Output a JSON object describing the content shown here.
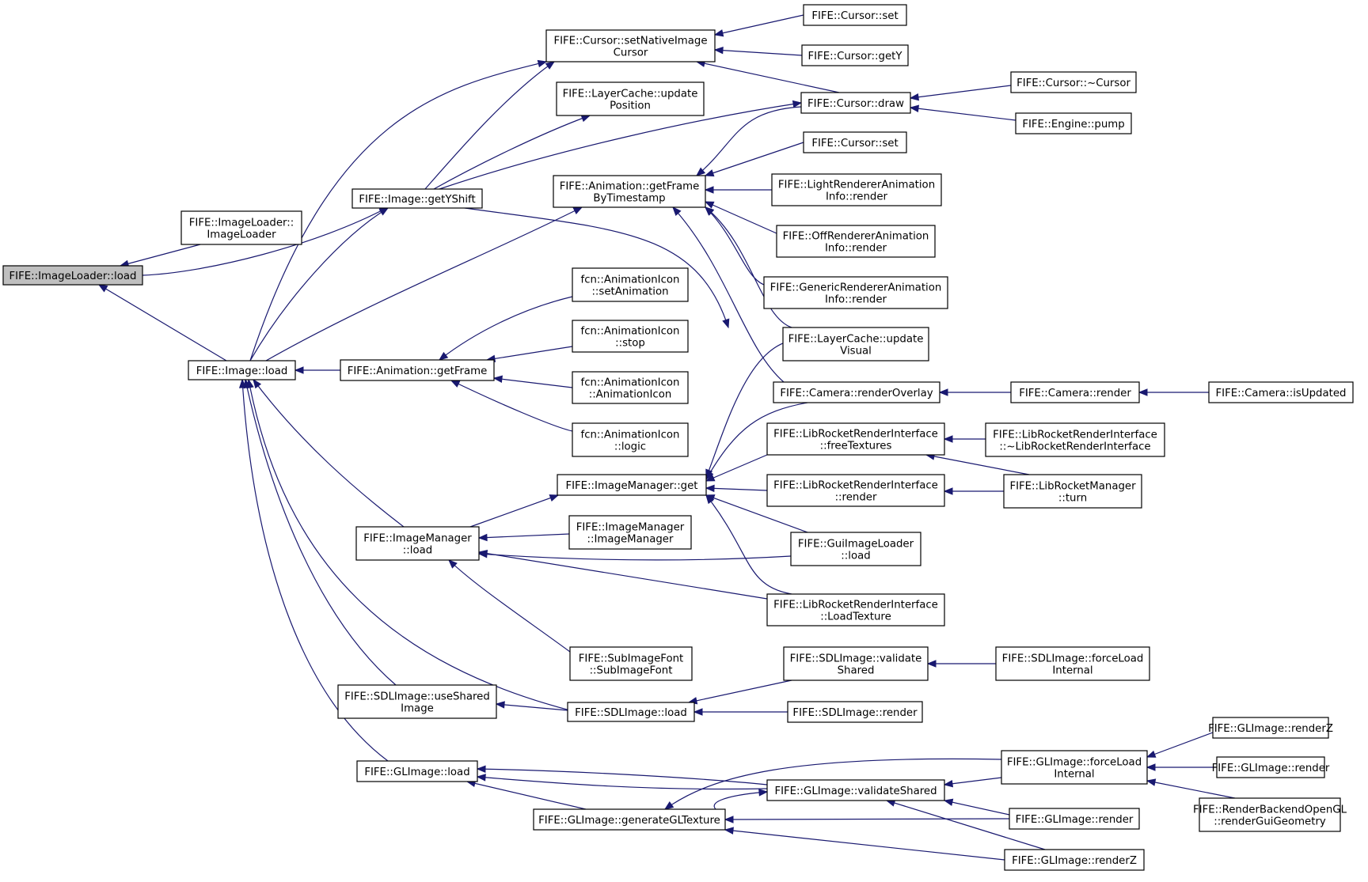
{
  "graph": {
    "nodes": [
      {
        "id": "n0",
        "lines": [
          "FIFE::ImageLoader::load"
        ],
        "highlight": true
      },
      {
        "id": "n1",
        "lines": [
          "FIFE::ImageLoader::",
          "ImageLoader"
        ]
      },
      {
        "id": "n2",
        "lines": [
          "FIFE::Image::getYShift"
        ]
      },
      {
        "id": "n3",
        "lines": [
          "FIFE::Image::load"
        ]
      },
      {
        "id": "n4",
        "lines": [
          "FIFE::Cursor::setNativeImage",
          "Cursor"
        ]
      },
      {
        "id": "n5",
        "lines": [
          "FIFE::LayerCache::update",
          "Position"
        ]
      },
      {
        "id": "n6",
        "lines": [
          "FIFE::Cursor::set"
        ]
      },
      {
        "id": "n7",
        "lines": [
          "FIFE::Cursor::getY"
        ]
      },
      {
        "id": "n8",
        "lines": [
          "FIFE::Cursor::draw"
        ]
      },
      {
        "id": "n9",
        "lines": [
          "FIFE::Cursor::~Cursor"
        ]
      },
      {
        "id": "n10",
        "lines": [
          "FIFE::Engine::pump"
        ]
      },
      {
        "id": "n11",
        "lines": [
          "FIFE::Cursor::set"
        ]
      },
      {
        "id": "n12",
        "lines": [
          "FIFE::Animation::getFrame",
          "ByTimestamp"
        ]
      },
      {
        "id": "n13",
        "lines": [
          "FIFE::LightRendererAnimation",
          "Info::render"
        ]
      },
      {
        "id": "n14",
        "lines": [
          "FIFE::OffRendererAnimation",
          "Info::render"
        ]
      },
      {
        "id": "n15",
        "lines": [
          "FIFE::GenericRendererAnimation",
          "Info::render"
        ]
      },
      {
        "id": "n16",
        "lines": [
          "FIFE::LayerCache::update",
          "Visual"
        ]
      },
      {
        "id": "n17",
        "lines": [
          "FIFE::Animation::getFrame"
        ]
      },
      {
        "id": "n18",
        "lines": [
          "fcn::AnimationIcon",
          "::setAnimation"
        ]
      },
      {
        "id": "n19",
        "lines": [
          "fcn::AnimationIcon",
          "::stop"
        ]
      },
      {
        "id": "n20",
        "lines": [
          "fcn::AnimationIcon",
          "::AnimationIcon"
        ]
      },
      {
        "id": "n21",
        "lines": [
          "fcn::AnimationIcon",
          "::logic"
        ]
      },
      {
        "id": "n22",
        "lines": [
          "FIFE::Camera::renderOverlay"
        ]
      },
      {
        "id": "n23",
        "lines": [
          "FIFE::Camera::render"
        ]
      },
      {
        "id": "n24",
        "lines": [
          "FIFE::Camera::isUpdated"
        ]
      },
      {
        "id": "n25",
        "lines": [
          "FIFE::ImageManager::get"
        ]
      },
      {
        "id": "n26",
        "lines": [
          "FIFE::LibRocketRenderInterface",
          "::freeTextures"
        ]
      },
      {
        "id": "n27",
        "lines": [
          "FIFE::LibRocketRenderInterface",
          "::~LibRocketRenderInterface"
        ]
      },
      {
        "id": "n28",
        "lines": [
          "FIFE::LibRocketRenderInterface",
          "::render"
        ]
      },
      {
        "id": "n29",
        "lines": [
          "FIFE::LibRocketManager",
          "::turn"
        ]
      },
      {
        "id": "n30",
        "lines": [
          "FIFE::ImageManager",
          "::load"
        ]
      },
      {
        "id": "n31",
        "lines": [
          "FIFE::ImageManager",
          "::ImageManager"
        ]
      },
      {
        "id": "n32",
        "lines": [
          "FIFE::GuiImageLoader",
          "::load"
        ]
      },
      {
        "id": "n33",
        "lines": [
          "FIFE::LibRocketRenderInterface",
          "::LoadTexture"
        ]
      },
      {
        "id": "n34",
        "lines": [
          "FIFE::SubImageFont",
          "::SubImageFont"
        ]
      },
      {
        "id": "n35",
        "lines": [
          "FIFE::SDLImage::validate",
          "Shared"
        ]
      },
      {
        "id": "n36",
        "lines": [
          "FIFE::SDLImage::forceLoad",
          "Internal"
        ]
      },
      {
        "id": "n37",
        "lines": [
          "FIFE::SDLImage::useShared",
          "Image"
        ]
      },
      {
        "id": "n38",
        "lines": [
          "FIFE::SDLImage::load"
        ]
      },
      {
        "id": "n39",
        "lines": [
          "FIFE::SDLImage::render"
        ]
      },
      {
        "id": "n40",
        "lines": [
          "FIFE::GLImage::load"
        ]
      },
      {
        "id": "n41",
        "lines": [
          "FIFE::GLImage::validateShared"
        ]
      },
      {
        "id": "n42",
        "lines": [
          "FIFE::GLImage::forceLoad",
          "Internal"
        ]
      },
      {
        "id": "n43",
        "lines": [
          "FIFE::GLImage::renderZ"
        ]
      },
      {
        "id": "n44",
        "lines": [
          "FIFE::GLImage::render"
        ]
      },
      {
        "id": "n45",
        "lines": [
          "FIFE::RenderBackendOpenGL",
          "::renderGuiGeometry"
        ]
      },
      {
        "id": "n46",
        "lines": [
          "FIFE::GLImage::generateGLTexture"
        ]
      },
      {
        "id": "n47",
        "lines": [
          "FIFE::GLImage::render"
        ]
      },
      {
        "id": "n48",
        "lines": [
          "FIFE::GLImage::renderZ"
        ]
      }
    ],
    "edges": [
      {
        "from": "n0",
        "to": "n1"
      },
      {
        "from": "n0",
        "to": "n2"
      },
      {
        "from": "n0",
        "to": "n3"
      },
      {
        "from": "n2",
        "to": "n4"
      },
      {
        "from": "n2",
        "to": "n5"
      },
      {
        "from": "n2",
        "to": "n8"
      },
      {
        "from": "n2",
        "to": "n16"
      },
      {
        "from": "n3",
        "to": "n2"
      },
      {
        "from": "n3",
        "to": "n4"
      },
      {
        "from": "n3",
        "to": "n12"
      },
      {
        "from": "n3",
        "to": "n17"
      },
      {
        "from": "n3",
        "to": "n30"
      },
      {
        "from": "n3",
        "to": "n37"
      },
      {
        "from": "n3",
        "to": "n38"
      },
      {
        "from": "n3",
        "to": "n40"
      },
      {
        "from": "n4",
        "to": "n6"
      },
      {
        "from": "n4",
        "to": "n7"
      },
      {
        "from": "n4",
        "to": "n8"
      },
      {
        "from": "n8",
        "to": "n9"
      },
      {
        "from": "n8",
        "to": "n10"
      },
      {
        "from": "n12",
        "to": "n8"
      },
      {
        "from": "n12",
        "to": "n11"
      },
      {
        "from": "n12",
        "to": "n13"
      },
      {
        "from": "n12",
        "to": "n14"
      },
      {
        "from": "n12",
        "to": "n15"
      },
      {
        "from": "n12",
        "to": "n16"
      },
      {
        "from": "n12",
        "to": "n22"
      },
      {
        "from": "n17",
        "to": "n18"
      },
      {
        "from": "n17",
        "to": "n19"
      },
      {
        "from": "n17",
        "to": "n20"
      },
      {
        "from": "n17",
        "to": "n21"
      },
      {
        "from": "n22",
        "to": "n23"
      },
      {
        "from": "n23",
        "to": "n24"
      },
      {
        "from": "n25",
        "to": "n16"
      },
      {
        "from": "n25",
        "to": "n22"
      },
      {
        "from": "n25",
        "to": "n26"
      },
      {
        "from": "n25",
        "to": "n28"
      },
      {
        "from": "n25",
        "to": "n32"
      },
      {
        "from": "n25",
        "to": "n33"
      },
      {
        "from": "n26",
        "to": "n27"
      },
      {
        "from": "n26",
        "to": "n29"
      },
      {
        "from": "n28",
        "to": "n29"
      },
      {
        "from": "n30",
        "to": "n25"
      },
      {
        "from": "n30",
        "to": "n31"
      },
      {
        "from": "n30",
        "to": "n32"
      },
      {
        "from": "n30",
        "to": "n33"
      },
      {
        "from": "n30",
        "to": "n34"
      },
      {
        "from": "n35",
        "to": "n36"
      },
      {
        "from": "n37",
        "to": "n38"
      },
      {
        "from": "n38",
        "to": "n35"
      },
      {
        "from": "n38",
        "to": "n39"
      },
      {
        "from": "n40",
        "to": "n41"
      },
      {
        "from": "n40",
        "to": "n46"
      },
      {
        "from": "n41",
        "to": "n42"
      },
      {
        "from": "n41",
        "to": "n46"
      },
      {
        "from": "n41",
        "to": "n47"
      },
      {
        "from": "n41",
        "to": "n48"
      },
      {
        "from": "n42",
        "to": "n43"
      },
      {
        "from": "n42",
        "to": "n44"
      },
      {
        "from": "n42",
        "to": "n45"
      },
      {
        "from": "n46",
        "to": "n41"
      },
      {
        "from": "n46",
        "to": "n42"
      },
      {
        "from": "n46",
        "to": "n47"
      },
      {
        "from": "n46",
        "to": "n48"
      }
    ],
    "colors": {
      "edge": "#191970",
      "node_border": "#000000",
      "root_fill": "#bfbfbf",
      "node_fill": "#ffffff"
    }
  }
}
